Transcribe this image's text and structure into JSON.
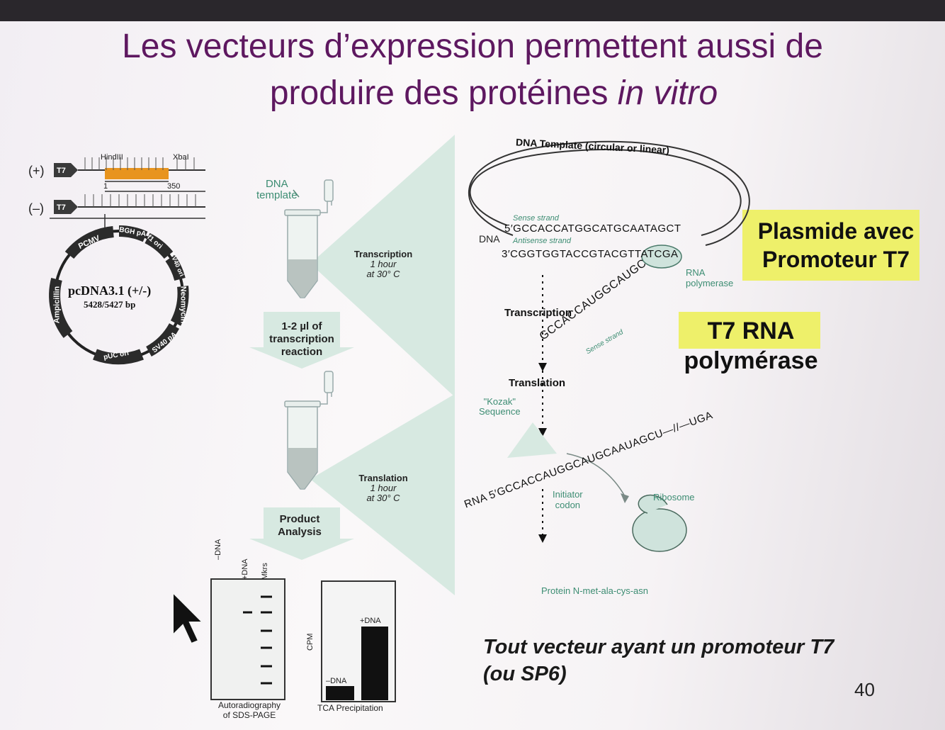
{
  "slide": {
    "title_line1": "Les vecteurs d’expression permettent aussi de",
    "title_line2_a": "produire des protéines ",
    "title_line2_b": "in vitro",
    "note_plasmid_1": "Plasmide avec",
    "note_plasmid_2": "Promoteur T7",
    "note_poly_1": "T7 RNA",
    "note_poly_2": "polymérase",
    "footer_1": "Tout vecteur ayant un promoteur T7",
    "footer_2": "(ou SP6)",
    "page_number": "40"
  },
  "plasmid": {
    "plus": "(+)",
    "minus": "(–)",
    "t7": "T7",
    "hindiii": "HindIII",
    "xbai": "XbaI",
    "pos_1": "1",
    "pos_350": "350",
    "name": "pcDNA3.1 (+/-)",
    "size": "5428/5427 bp",
    "pcmv": "PCMV",
    "bgh": "BGH pA",
    "f1": "f1 ori",
    "sv40ori": "SV40 ori",
    "neomycin": "Neomycin",
    "sv40pa": "SV40 pA",
    "puc": "pUC ori",
    "ampicillin": "Ampicillin"
  },
  "workflow": {
    "dna_template_1": "DNA",
    "dna_template_2": "template",
    "transcription_1": "Transcription",
    "transcription_2": "1 hour",
    "transcription_3": "at 30° C",
    "reaction_1": "1-2 µl of",
    "reaction_2": "transcription",
    "reaction_3": "reaction",
    "translation_1": "Translation",
    "translation_2": "1 hour",
    "translation_3": "at 30° C",
    "product_1": "Product",
    "product_2": "Analysis",
    "gel_lane1": "–DNA",
    "gel_lane2": "+DNA",
    "gel_lane3": "Mkrs",
    "gel_caption_1": "Autoradiography",
    "gel_caption_2": "of SDS-PAGE",
    "tca_ylabel": "CPM",
    "tca_minus": "–DNA",
    "tca_plus": "+DNA",
    "tca_caption": "TCA Precipitation"
  },
  "mechanism": {
    "template_title": "DNA Template (circular or linear)",
    "sense_label": "Sense strand",
    "sense_seq": "5′GCCACCATGGCATGCAATAGCT",
    "dna_label": "DNA",
    "antisense_label": "Antisense strand",
    "antisense_seq": "3′CGGTGGTACCGTACGTTATCGA",
    "rna_poly_1": "RNA",
    "rna_poly_2": "polymerase",
    "transcription": "Transcription",
    "mrna_seq": "GCCACCAUGGCAUGC",
    "sense_strand_small": "Sense strand",
    "translation": "Translation",
    "kozak_1": "\"Kozak\"",
    "kozak_2": "Sequence",
    "rna_seq": "RNA 5′GCCACCAUGGCAUGCAAUAGCU—//—UGA",
    "initiator_1": "Initiator",
    "initiator_2": "codon",
    "ribosome": "Ribosome",
    "protein": "Protein N-met-ala-cys-asn"
  }
}
